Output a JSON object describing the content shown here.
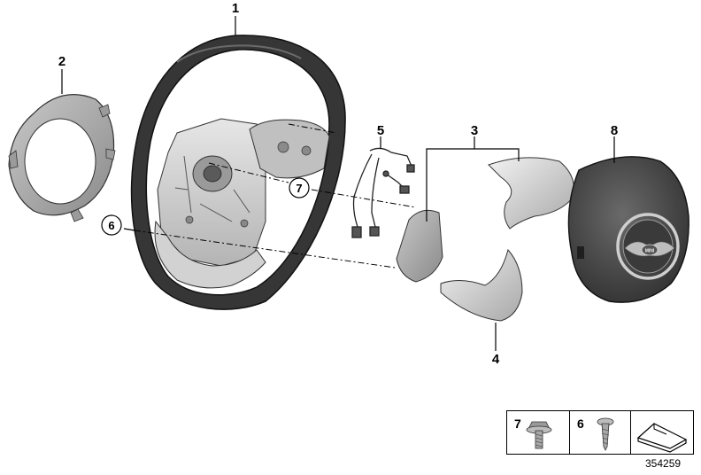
{
  "diagram": {
    "callouts": {
      "c1": "1",
      "c2": "2",
      "c3": "3",
      "c4": "4",
      "c5": "5",
      "c6": "6",
      "c7": "7",
      "c8": "8"
    },
    "logo_text": "MINI",
    "fittings": [
      {
        "number": "7",
        "icon": "flange-bolt-icon"
      },
      {
        "number": "6",
        "icon": "screw-icon"
      },
      {
        "number": "",
        "icon": "shim-arrow-icon"
      }
    ],
    "image_reference": "354259"
  }
}
